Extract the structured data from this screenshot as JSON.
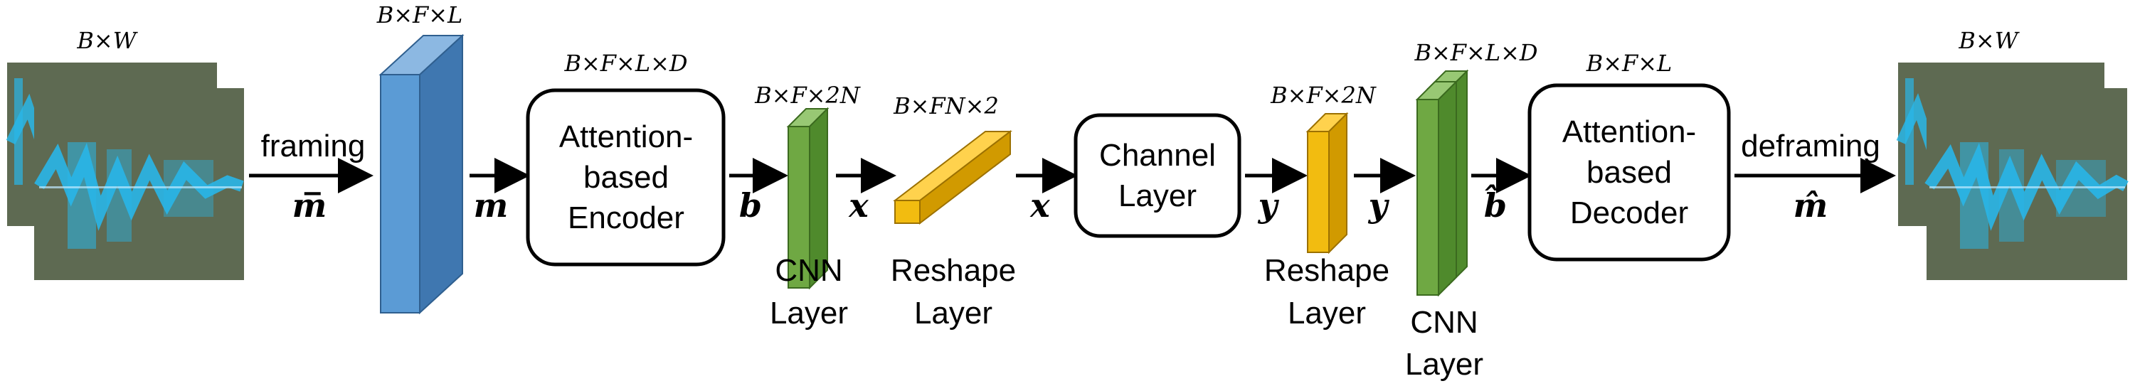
{
  "labels": {
    "dim_in": "B×W",
    "dim_frame": "B×F×L",
    "dim_enc": "B×F×L×D",
    "dim_cnn1": "B×F×2N",
    "dim_reshape1": "B×FN×2",
    "dim_reshape2": "B×F×2N",
    "dim_cnn2": "B×F×L×D",
    "dim_dec": "B×F×L",
    "dim_out": "B×W",
    "framing": "framing",
    "deframing": "deframing",
    "m_bar": "m̅",
    "m": "m",
    "b": "b",
    "x1": "x",
    "x2": "x",
    "y1": "y",
    "y2": "y",
    "b_hat": "b̂",
    "m_hat": "m̂",
    "encoder_l1": "Attention-",
    "encoder_l2": "based",
    "encoder_l3": "Encoder",
    "cnn1_l1": "CNN",
    "cnn1_l2": "Layer",
    "reshape1_l1": "Reshape",
    "reshape1_l2": "Layer",
    "channel_l1": "Channel",
    "channel_l2": "Layer",
    "reshape2_l1": "Reshape",
    "reshape2_l2": "Layer",
    "cnn2_l1": "CNN",
    "cnn2_l2": "Layer",
    "decoder_l1": "Attention-",
    "decoder_l2": "based",
    "decoder_l3": "Decoder"
  },
  "colors": {
    "spectrogram_bg": "#5e6a52",
    "spectrogram_signal": "#29b6e8",
    "blue_front": "#5b9bd5",
    "blue_side": "#3f77b0",
    "blue_top": "#8cb8e2",
    "green_front": "#6fa843",
    "green_side": "#4f8a2c",
    "green_top": "#98c874",
    "yellow_front": "#f2bc10",
    "yellow_side": "#d19a00",
    "yellow_top": "#ffd24d"
  }
}
